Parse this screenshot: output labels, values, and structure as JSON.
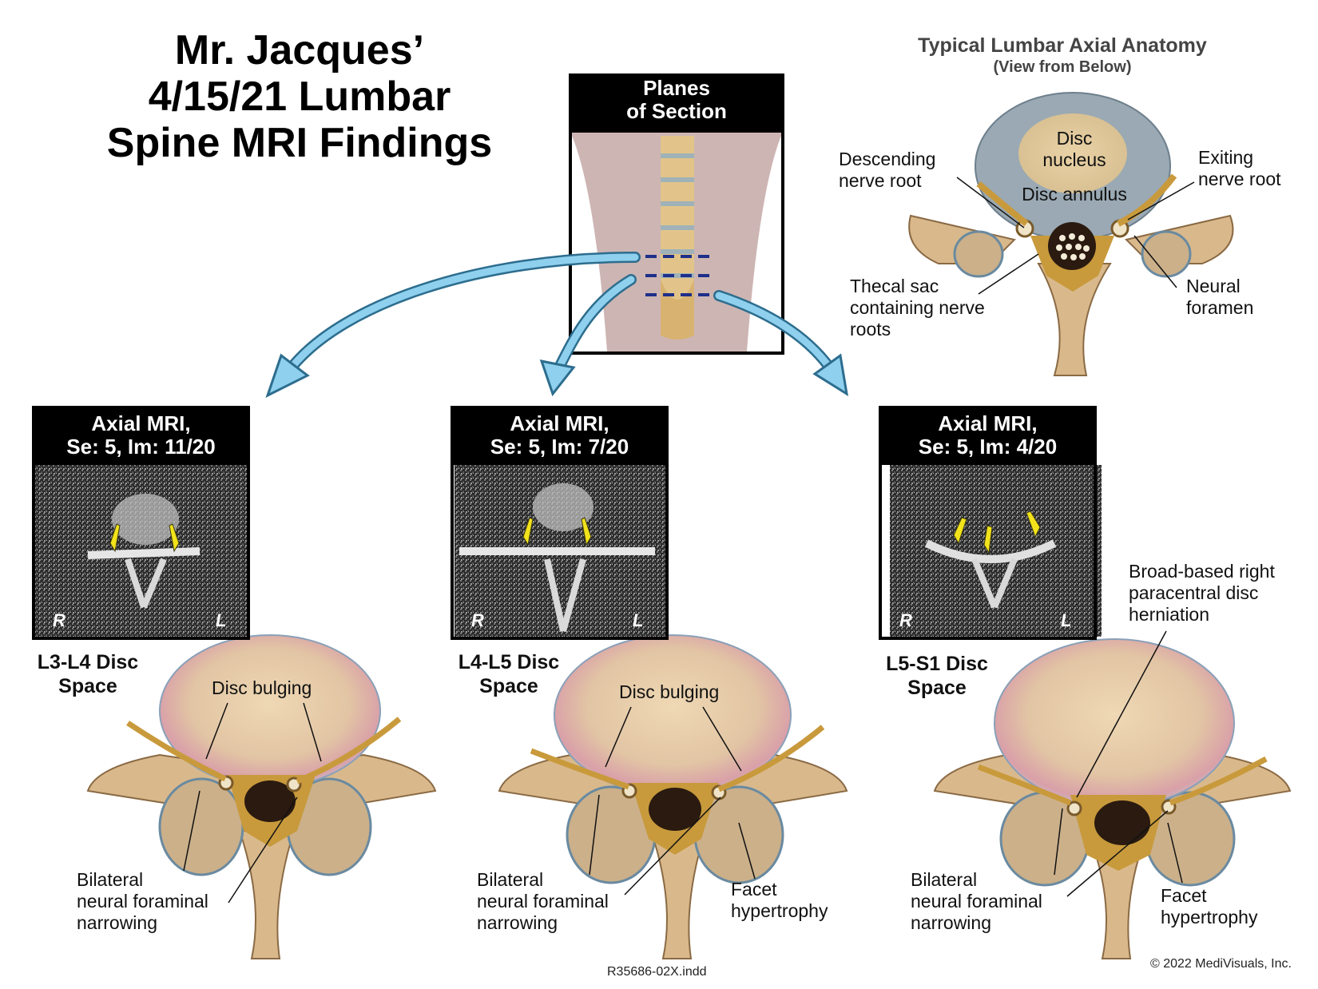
{
  "title": {
    "line1": "Mr. Jacques’",
    "line2": "4/15/21 Lumbar",
    "line3": "Spine MRI Findings"
  },
  "planes": {
    "line1": "Planes",
    "line2": "of Section"
  },
  "anatomy": {
    "title": "Typical Lumbar Axial Anatomy",
    "subtitle": "(View from Below)",
    "disc_nucleus": [
      "Disc",
      "nucleus"
    ],
    "disc_annulus": "Disc annulus",
    "descending": [
      "Descending",
      "nerve root"
    ],
    "exiting": [
      "Exiting",
      "nerve root"
    ],
    "thecal": [
      "Thecal sac",
      "containing nerve",
      "roots"
    ],
    "foramen": [
      "Neural",
      "foramen"
    ]
  },
  "panels": [
    {
      "header": [
        "Axial MRI,",
        "Se: 5, Im: 11/20"
      ],
      "level": [
        "L3-L4 Disc",
        "Space"
      ],
      "bulging": "Disc bulging",
      "narrowing": [
        "Bilateral",
        "neural foraminal",
        "narrowing"
      ],
      "r": "R",
      "l": "L"
    },
    {
      "header": [
        "Axial MRI,",
        "Se: 5, Im: 7/20"
      ],
      "level": [
        "L4-L5 Disc",
        "Space"
      ],
      "bulging": "Disc bulging",
      "narrowing": [
        "Bilateral",
        "neural foraminal",
        "narrowing"
      ],
      "facet": [
        "Facet",
        "hypertrophy"
      ],
      "r": "R",
      "l": "L"
    },
    {
      "header": [
        "Axial MRI,",
        "Se: 5, Im: 4/20"
      ],
      "level": [
        "L5-S1 Disc",
        "Space"
      ],
      "herniation": [
        "Broad-based right",
        "paracentral disc",
        "herniation"
      ],
      "narrowing": [
        "Bilateral",
        "neural foraminal",
        "narrowing"
      ],
      "facet": [
        "Facet",
        "hypertrophy"
      ],
      "r": "R",
      "l": "L"
    }
  ],
  "footer": {
    "file": "R35686-02X.indd",
    "copyright": "© 2022 MediVisuals, Inc."
  },
  "colors": {
    "bone": "#d9b98c",
    "bone_dark": "#a67c4e",
    "disc_outer": "#9aa9b3",
    "disc_inner": "#e8cfa6",
    "nerve": "#c99a3c",
    "arrow": "#8fd0ee",
    "mri_arrow": "#f2e21b"
  }
}
